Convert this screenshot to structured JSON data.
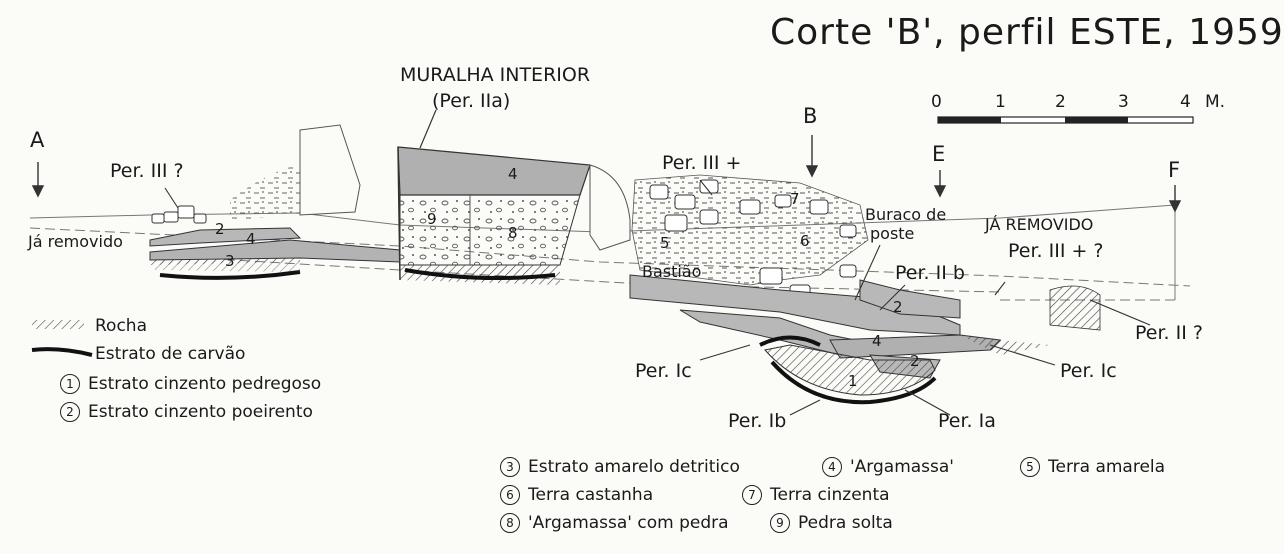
{
  "title": "Corte 'B', perfil ESTE, 1959",
  "scale": {
    "ticks": [
      "0",
      "1",
      "2",
      "3",
      "4"
    ],
    "unit": "M."
  },
  "markers": {
    "a": "A",
    "b": "B",
    "e": "E",
    "f": "F"
  },
  "labels": {
    "muralha": "MURALHA INTERIOR",
    "muralha_period": "(Per. IIa)",
    "per_iii_q": "Per. III ?",
    "ja_removido_left": "Já removido",
    "per_iii_plus": "Per. III +",
    "buraco_line1": "Buraco de",
    "buraco_line2": "poste",
    "ja_removido_right": "JÁ REMOVIDO",
    "per_iii_plus_q": "Per. III + ?",
    "bastiao": "Bastião",
    "per_iib": "Per. II b",
    "per_ii_q": "Per. II ?",
    "per_ic_left": "Per. Ic",
    "per_ic_right": "Per. Ic",
    "per_ib": "Per. Ib",
    "per_ia": "Per. Ia"
  },
  "layer_numbers": {
    "l2a": "2",
    "l4a": "4",
    "l3a": "3",
    "l4b": "4",
    "l9": "9",
    "l8": "8",
    "l7": "7",
    "l6": "6",
    "l5": "5",
    "l2b": "2",
    "l4c": "4",
    "l2c": "2",
    "l1": "1"
  },
  "legend": {
    "rocha": "Rocha",
    "carvao": "Estrato de carvão",
    "item1_num": "1",
    "item1": "Estrato cinzento pedregoso",
    "item2_num": "2",
    "item2": "Estrato cinzento poeirento"
  },
  "bottom_legend": [
    {
      "num": "3",
      "text": "Estrato amarelo detritico"
    },
    {
      "num": "4",
      "text": "'Argamassa'"
    },
    {
      "num": "5",
      "text": "Terra amarela"
    },
    {
      "num": "6",
      "text": "Terra castanha"
    },
    {
      "num": "7",
      "text": "Terra cinzenta"
    },
    {
      "num": "8",
      "text": "'Argamassa' com pedra"
    },
    {
      "num": "9",
      "text": "Pedra solta"
    }
  ]
}
